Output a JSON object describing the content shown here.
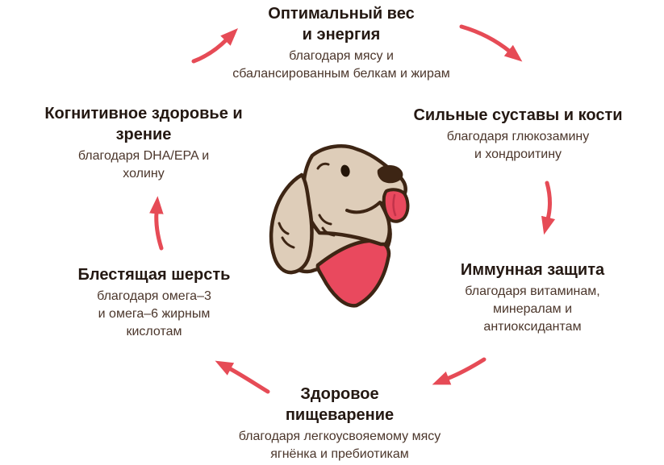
{
  "diagram": {
    "type": "cycle",
    "center": {
      "illustration": "dog-head-with-red-bandana"
    },
    "colors": {
      "arrow": "#e64b56",
      "heading_text": "#241812",
      "body_text": "#4b362b",
      "dog_fur": "#decdb9",
      "dog_outline": "#3d2514",
      "dog_accent_red": "#e9495e"
    },
    "nodes": [
      {
        "id": "optimal-weight",
        "title": [
          "Оптимальный вес",
          "и энергия"
        ],
        "subtitle": [
          "благодаря мясу и",
          "сбалансированным белкам и жирам"
        ]
      },
      {
        "id": "strong-joints",
        "title": [
          "Сильные суставы и кости"
        ],
        "subtitle": [
          "благодаря глюкозамину",
          "и хондроитину"
        ]
      },
      {
        "id": "immune-defense",
        "title": [
          "Иммунная защита"
        ],
        "subtitle": [
          "благодаря витаминам,",
          "минералам и",
          "антиоксидантам"
        ]
      },
      {
        "id": "healthy-digestion",
        "title": [
          "Здоровое",
          "пищеварение"
        ],
        "subtitle": [
          "благодаря легкоусвояемому мясу",
          "ягнёнка и пребиотикам"
        ]
      },
      {
        "id": "shiny-coat",
        "title": [
          "Блестящая шерсть"
        ],
        "subtitle": [
          "благодаря омега–3",
          "и омега–6 жирным",
          "кислотам"
        ]
      },
      {
        "id": "cognitive-health",
        "title": [
          "Когнитивное здоровье и",
          "зрение"
        ],
        "subtitle": [
          "благодаря DHA/EPA и",
          "холину"
        ]
      }
    ],
    "arrows": [
      {
        "from": "cognitive-health",
        "to": "optimal-weight"
      },
      {
        "from": "optimal-weight",
        "to": "strong-joints"
      },
      {
        "from": "strong-joints",
        "to": "immune-defense"
      },
      {
        "from": "immune-defense",
        "to": "healthy-digestion"
      },
      {
        "from": "healthy-digestion",
        "to": "shiny-coat"
      },
      {
        "from": "shiny-coat",
        "to": "cognitive-health"
      }
    ]
  }
}
